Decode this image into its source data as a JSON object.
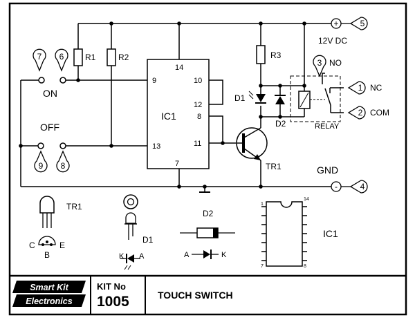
{
  "labels": {
    "r1": "R1",
    "r2": "R2",
    "r3": "R3",
    "ic1": "IC1",
    "d1": "D1",
    "d2": "D2",
    "tr1": "TR1",
    "relay": "RELAY",
    "on": "ON",
    "off": "OFF",
    "gnd": "GND",
    "supply": "12V DC",
    "no": "NO",
    "nc": "NC",
    "com": "COM",
    "plus": "+",
    "minus": "-"
  },
  "pins": {
    "p14": "14",
    "p9": "9",
    "p10": "10",
    "p12": "12",
    "p8": "8",
    "p13": "13",
    "p11": "11",
    "p7": "7"
  },
  "terminals": {
    "t1": "1",
    "t2": "2",
    "t3": "3",
    "t4": "4",
    "t5": "5",
    "t6": "6",
    "t7": "7",
    "t8": "8",
    "t9": "9"
  },
  "legend": {
    "tr1": "TR1",
    "tr1_c": "C",
    "tr1_b": "B",
    "tr1_e": "E",
    "d1": "D1",
    "d1_k": "K",
    "d1_a": "A",
    "d2": "D2",
    "d2_a": "A",
    "d2_k": "K",
    "ic1": "IC1",
    "ic_pin14": "14",
    "ic_pin1": "1",
    "ic_pin7": "7",
    "ic_pin8": "8"
  },
  "title_block": {
    "logo_line1": "Smart Kit",
    "logo_line2": "Electronics",
    "kit_label": "KIT No",
    "kit_number": "1005",
    "name": "TOUCH SWITCH"
  }
}
